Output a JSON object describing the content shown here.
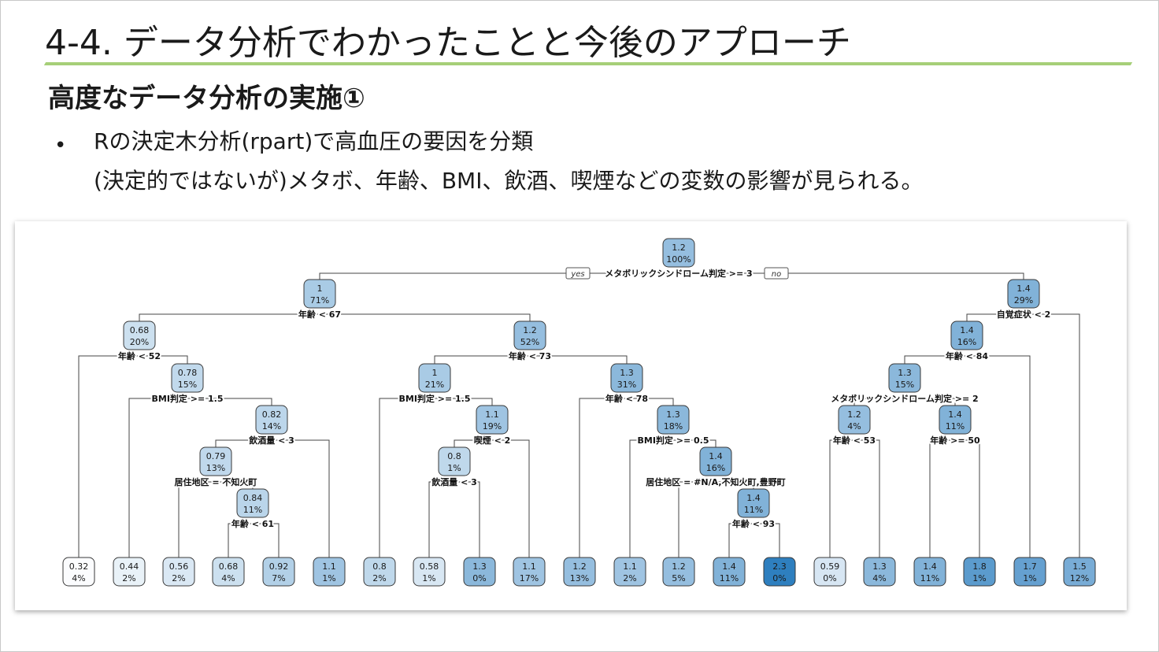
{
  "slide": {
    "title": "4-4. データ分析でわかったことと今後のアプローチ",
    "subtitle": "高度なデータ分析の実施①",
    "bullet_mark": "•",
    "bullet_text": "Rの決定木分析(rpart)で高血圧の要因を分類",
    "bullet_sub": "(決定的ではないが)メタボ、年齢、BMI、飲酒、喫煙などの変数の影響が見られる。",
    "accent_color": "#a6cf78"
  },
  "tree": {
    "yes_label": "yes",
    "no_label": "no",
    "color_low": "#ffffff",
    "color_high": "#2e7fbf",
    "value_range": [
      0.3,
      2.3
    ],
    "nodes": [
      {
        "id": 1,
        "value": "1.2",
        "pct": "100%",
        "split": "メタボリックシンドローム判定 >= 3"
      },
      {
        "id": 2,
        "value": "1",
        "pct": "71%",
        "split": "年齢 < 67"
      },
      {
        "id": 3,
        "value": "1.4",
        "pct": "29%",
        "split": "自覚症状 < 2"
      },
      {
        "id": 4,
        "value": "0.68",
        "pct": "20%",
        "split": "年齢 < 52"
      },
      {
        "id": 5,
        "value": "1.2",
        "pct": "52%",
        "split": "年齢 < 73"
      },
      {
        "id": 6,
        "value": "1.4",
        "pct": "16%",
        "split": "年齢 < 84"
      },
      {
        "id": 7,
        "value": "1.5",
        "pct": "12%",
        "split": ""
      },
      {
        "id": 8,
        "value": "0.32",
        "pct": "4%",
        "split": ""
      },
      {
        "id": 9,
        "value": "0.78",
        "pct": "15%",
        "split": "BMI判定 >= 1.5"
      },
      {
        "id": 10,
        "value": "1",
        "pct": "21%",
        "split": "BMI判定 >= 1.5"
      },
      {
        "id": 11,
        "value": "1.3",
        "pct": "31%",
        "split": "年齢 < 78"
      },
      {
        "id": 12,
        "value": "1.3",
        "pct": "15%",
        "split": "メタボリックシンドローム判定 >= 2"
      },
      {
        "id": 13,
        "value": "1.7",
        "pct": "1%",
        "split": ""
      },
      {
        "id": 18,
        "value": "0.44",
        "pct": "2%",
        "split": ""
      },
      {
        "id": 19,
        "value": "0.82",
        "pct": "14%",
        "split": "飲酒量 < 3"
      },
      {
        "id": 20,
        "value": "0.8",
        "pct": "2%",
        "split": ""
      },
      {
        "id": 21,
        "value": "1.1",
        "pct": "19%",
        "split": "喫煙 < 2"
      },
      {
        "id": 22,
        "value": "1.2",
        "pct": "13%",
        "split": ""
      },
      {
        "id": 23,
        "value": "1.3",
        "pct": "18%",
        "split": "BMI判定 >= 0.5"
      },
      {
        "id": 24,
        "value": "1.2",
        "pct": "4%",
        "split": "年齢 < 53"
      },
      {
        "id": 25,
        "value": "1.4",
        "pct": "11%",
        "split": "年齢 >= 50"
      },
      {
        "id": 38,
        "value": "0.79",
        "pct": "13%",
        "split": "居住地区 = 不知火町"
      },
      {
        "id": 39,
        "value": "1.1",
        "pct": "1%",
        "split": ""
      },
      {
        "id": 42,
        "value": "0.8",
        "pct": "1%",
        "split": "飲酒量 < 3"
      },
      {
        "id": 43,
        "value": "1.1",
        "pct": "17%",
        "split": ""
      },
      {
        "id": 46,
        "value": "1.1",
        "pct": "2%",
        "split": ""
      },
      {
        "id": 47,
        "value": "1.4",
        "pct": "16%",
        "split": "居住地区 = #N/A,不知火町,豊野町"
      },
      {
        "id": 48,
        "value": "0.59",
        "pct": "0%",
        "split": ""
      },
      {
        "id": 49,
        "value": "1.3",
        "pct": "4%",
        "split": ""
      },
      {
        "id": 50,
        "value": "1.4",
        "pct": "11%",
        "split": ""
      },
      {
        "id": 51,
        "value": "1.8",
        "pct": "1%",
        "split": ""
      },
      {
        "id": 76,
        "value": "0.56",
        "pct": "2%",
        "split": ""
      },
      {
        "id": 77,
        "value": "0.84",
        "pct": "11%",
        "split": "年齢 < 61"
      },
      {
        "id": 84,
        "value": "0.58",
        "pct": "1%",
        "split": ""
      },
      {
        "id": 85,
        "value": "1.3",
        "pct": "0%",
        "split": ""
      },
      {
        "id": 94,
        "value": "1.2",
        "pct": "5%",
        "split": ""
      },
      {
        "id": 95,
        "value": "1.4",
        "pct": "11%",
        "split": "年齢 < 93"
      },
      {
        "id": 154,
        "value": "0.68",
        "pct": "4%",
        "split": ""
      },
      {
        "id": 155,
        "value": "0.92",
        "pct": "7%",
        "split": ""
      },
      {
        "id": 190,
        "value": "1.4",
        "pct": "11%",
        "split": ""
      },
      {
        "id": 191,
        "value": "2.3",
        "pct": "0%",
        "split": ""
      }
    ]
  }
}
